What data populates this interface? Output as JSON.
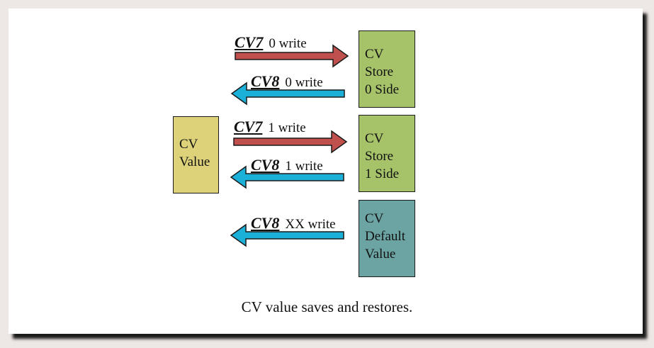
{
  "cv_value_box": {
    "lines": [
      "CV",
      "Value"
    ],
    "color": "#ddd27a"
  },
  "stores": [
    {
      "lines": [
        "CV",
        "Store",
        "0 Side"
      ],
      "color": "#a6c36a"
    },
    {
      "lines": [
        "CV",
        "Store",
        "1 Side"
      ],
      "color": "#a6c36a"
    },
    {
      "lines": [
        "CV",
        "Default",
        "Value"
      ],
      "color": "#6ca4a4"
    }
  ],
  "arrows": [
    {
      "cv": "CV7",
      "action": "0 write",
      "direction": "right",
      "color": "#c0504d"
    },
    {
      "cv": "CV8",
      "action": "0 write",
      "direction": "left",
      "color": "#1ab0d8"
    },
    {
      "cv": "CV7",
      "action": "1 write",
      "direction": "right",
      "color": "#c0504d"
    },
    {
      "cv": "CV8",
      "action": "1 write",
      "direction": "left",
      "color": "#1ab0d8"
    },
    {
      "cv": "CV8",
      "action": "XX write",
      "direction": "left",
      "color": "#1ab0d8"
    }
  ],
  "caption": "CV value saves and restores."
}
